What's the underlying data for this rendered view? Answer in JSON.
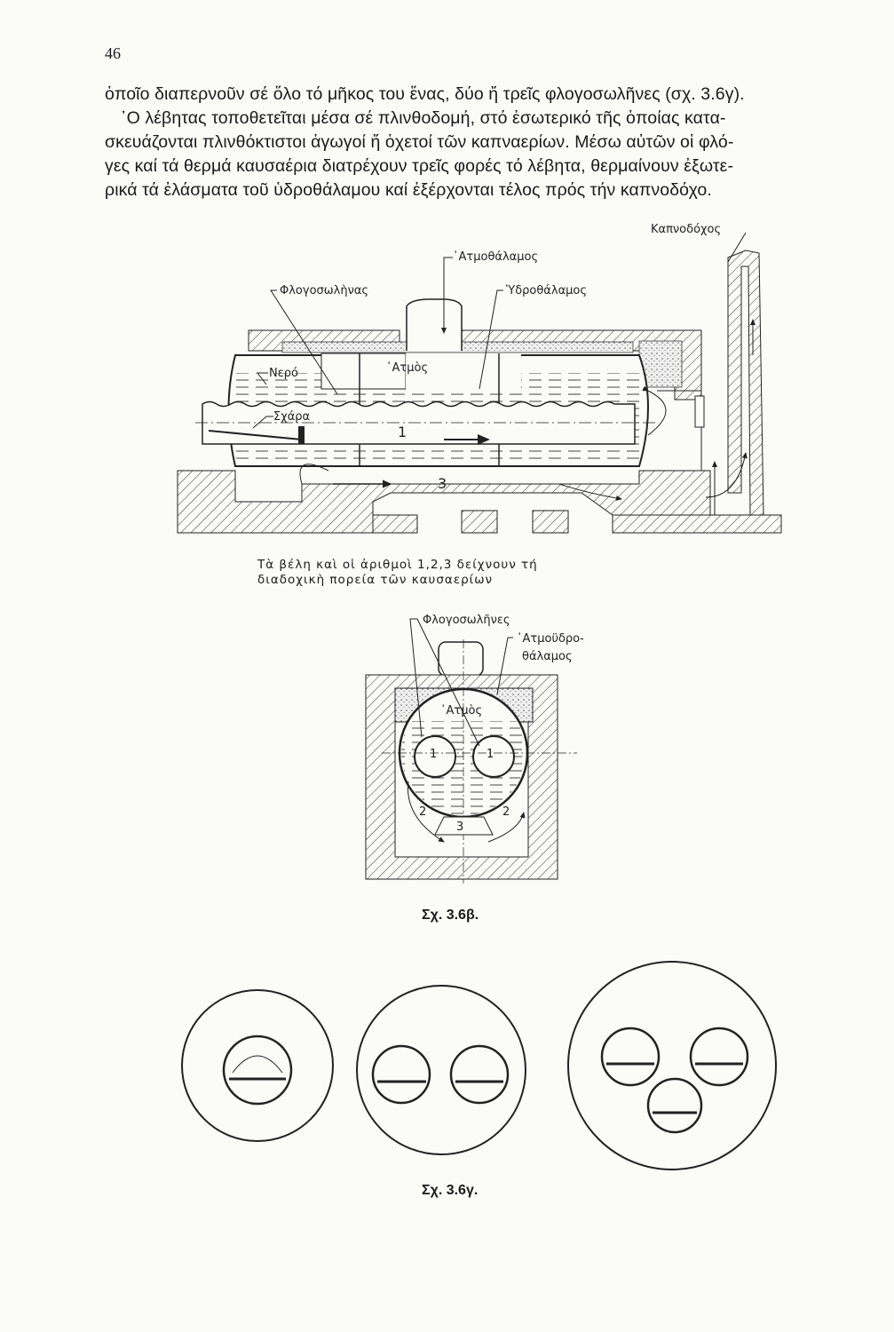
{
  "page_number": "46",
  "paragraph_lines": [
    "ὁποῖο διαπερνοῦν σέ ὅλο τό μῆκος του ἕνας, δύο ἤ τρεῖς φλογοσωλῆνες (σχ. 3.6γ).",
    "῾Ο λέβητας τοποθετεῖται μέσα σέ πλινθοδομή, στό ἐσωτερικό τῆς ὁποίας κατα-",
    "σκευάζονται πλινθόκτιστοι ἀγωγοί ἤ ὀχετοί τῶν καπναερίων. Μέσω αὐτῶν οἱ φλό-",
    "γες καί τά θερμά καυσαέρια διατρέχουν τρεῖς φορές τό λέβητα, θερμαίνουν ἐξωτε-",
    "ρικά τά ἐλάσματα τοῦ ὑδροθάλαμου καί ἐξέρχονται τέλος πρός τήν καπνοδόχο."
  ],
  "figure_side": {
    "labels": {
      "chimney": "Καπνοδόχος",
      "steam_chamber": "᾽Ατμοθάλαμος",
      "flue_tube": "Φλογοσωλὴνας",
      "water_chamber": "Ὑδροθάλαμος",
      "water": "Νερό",
      "steam": "᾽Ατμὸς",
      "grate": "Σχάρα",
      "pass_1": "1",
      "pass_3": "3"
    },
    "caption_lines": [
      "Τὰ βέλη καὶ οἱ ἀριθμοὶ 1,2,3 δείχνουν τή",
      "διαδοχικὴ πορεία τῶν καυσαερίων"
    ]
  },
  "figure_front": {
    "labels": {
      "flue_tubes": "Φλογοσωλῆνες",
      "steam_water_chamber_1": "᾽Ατμοϋδρο-",
      "steam_water_chamber_2": "θάλαμος",
      "steam": "᾽Ατμὸς",
      "pass_1a": "1",
      "pass_1b": "1",
      "pass_2a": "2",
      "pass_2b": "2",
      "pass_3": "3"
    },
    "caption": "Σχ. 3.6β."
  },
  "figure_sections": {
    "caption": "Σχ. 3.6γ."
  }
}
